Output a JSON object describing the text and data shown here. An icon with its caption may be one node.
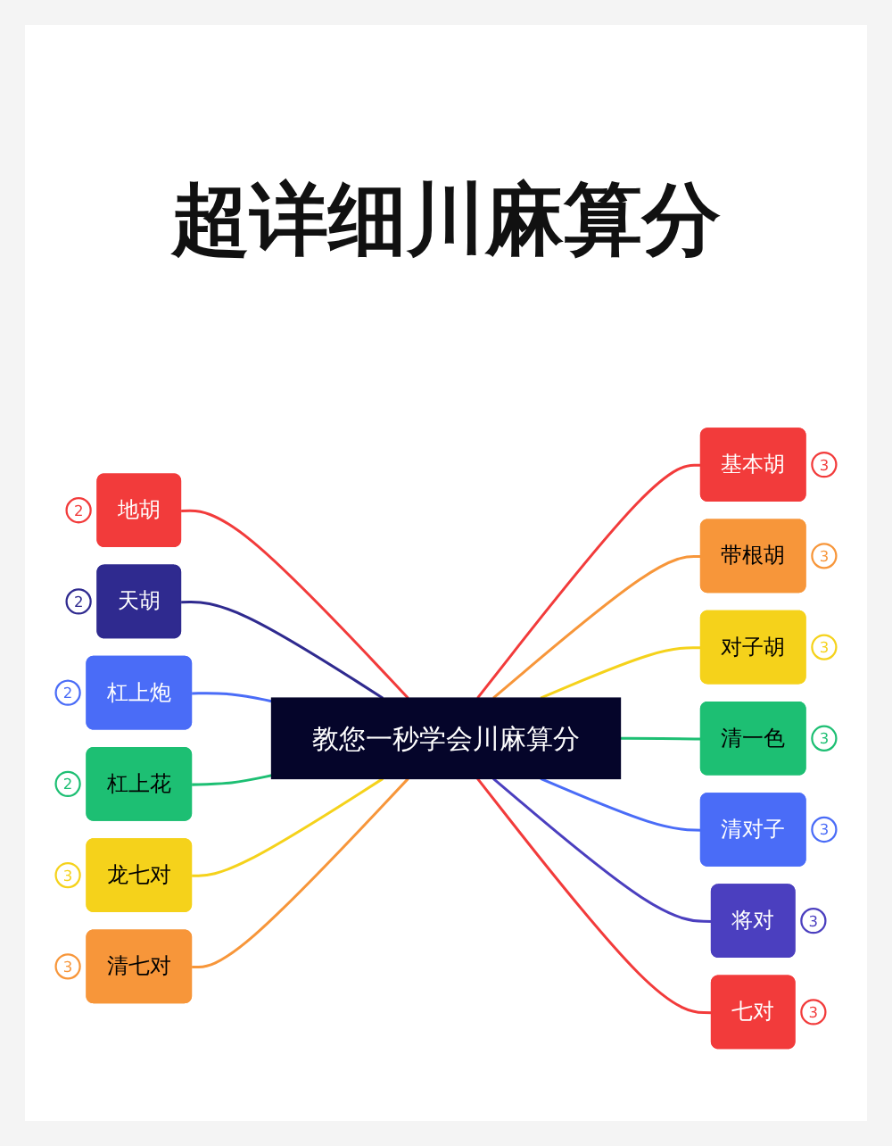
{
  "diagram": {
    "title": "超详细川麻算分",
    "nodes": [
      {
        "text": [
          "教您一秒学会川麻算分"
        ]
      },
      {
        "text": [
          "地胡"
        ],
        "beside": [
          "2"
        ]
      },
      {
        "text": [
          "天胡"
        ],
        "beside": [
          "2"
        ]
      },
      {
        "text": [
          "杠上炮"
        ],
        "beside": [
          "2"
        ]
      },
      {
        "text": [
          "杠上花"
        ],
        "beside": [
          "2"
        ]
      },
      {
        "text": [
          "龙七对"
        ],
        "beside": [
          "3"
        ]
      },
      {
        "text": [
          "清七对"
        ],
        "beside": [
          "3"
        ]
      },
      {
        "text": [
          "基本胡"
        ],
        "beside": [
          "3"
        ]
      },
      {
        "text": [
          "带根胡"
        ],
        "beside": [
          "3"
        ]
      },
      {
        "text": [
          "对子胡"
        ],
        "beside": [
          "3"
        ]
      },
      {
        "text": [
          "清一色"
        ],
        "beside": [
          "3"
        ]
      },
      {
        "text": [
          "清对子"
        ],
        "beside": [
          "3"
        ]
      },
      {
        "text": [
          "将对"
        ],
        "beside": [
          "3"
        ]
      },
      {
        "text": [
          "七对"
        ],
        "beside": [
          "3"
        ]
      }
    ],
    "edges": [
      {
        "from": 1,
        "to": 0,
        "arrow": "none",
        "color": "#f23b3b"
      },
      {
        "from": 2,
        "to": 0,
        "arrow": "none",
        "color": "#2f2a8f"
      },
      {
        "from": 3,
        "to": 0,
        "arrow": "none",
        "color": "#4a6cf7"
      },
      {
        "from": 4,
        "to": 0,
        "arrow": "none",
        "color": "#1dbf73"
      },
      {
        "from": 5,
        "to": 0,
        "arrow": "none",
        "color": "#f5d21b"
      },
      {
        "from": 6,
        "to": 0,
        "arrow": "none",
        "color": "#f7963a"
      },
      {
        "from": 0,
        "to": 7,
        "arrow": "none",
        "color": "#f23b3b"
      },
      {
        "from": 0,
        "to": 8,
        "arrow": "none",
        "color": "#f7963a"
      },
      {
        "from": 0,
        "to": 9,
        "arrow": "none",
        "color": "#f5d21b"
      },
      {
        "from": 0,
        "to": 10,
        "arrow": "none",
        "color": "#1dbf73"
      },
      {
        "from": 0,
        "to": 11,
        "arrow": "none",
        "color": "#4a6cf7"
      },
      {
        "from": 0,
        "to": 12,
        "arrow": "none",
        "color": "#4b3fbf"
      },
      {
        "from": 0,
        "to": 13,
        "arrow": "none",
        "color": "#f23b3b"
      }
    ]
  }
}
